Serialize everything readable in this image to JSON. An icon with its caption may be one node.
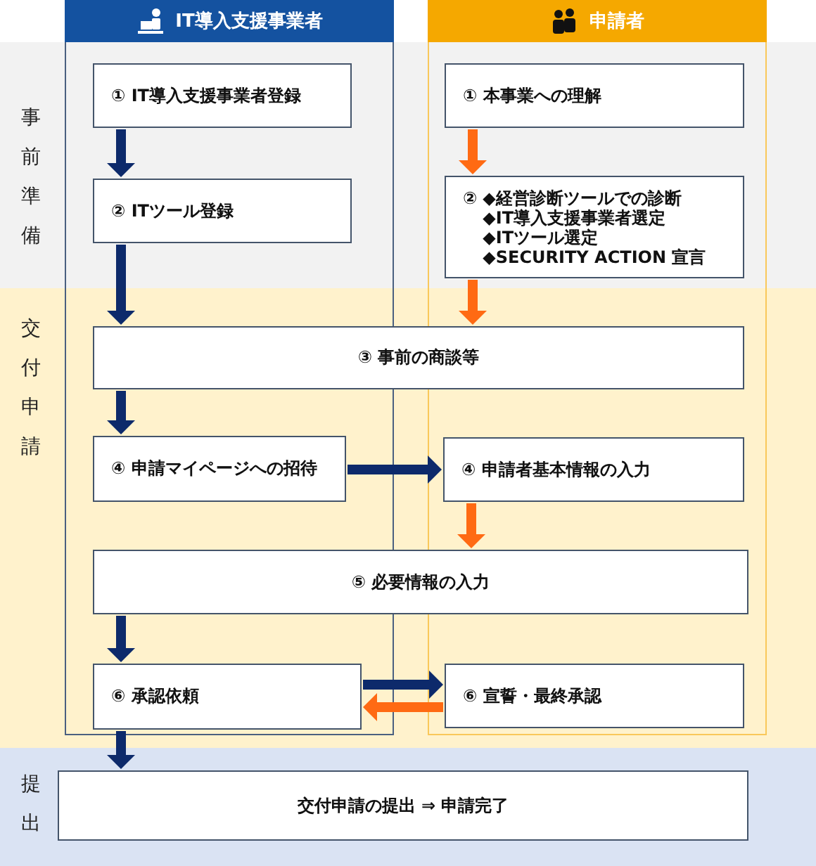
{
  "diagram": {
    "nodes": [
      {
        "text": [
          "IT導入支援事業者"
        ]
      },
      {
        "text": [
          "申請者"
        ]
      },
      {
        "text": [
          "事前準備"
        ]
      },
      {
        "text": [
          "① IT導入支援事業者登録"
        ],
        "in": 2
      },
      {
        "text": [
          "① 本事業への理解"
        ],
        "in": 2
      },
      {
        "text": [
          "② ITツール登録"
        ],
        "in": 2
      },
      {
        "text": [
          "②",
          "◆経営診断ツールでの診断",
          "◆IT導入支援事業者選定",
          "◆ITツール選定",
          "◆SECURITY ACTION 宣言"
        ],
        "in": 2
      },
      {
        "text": [
          "交付申請"
        ]
      },
      {
        "text": [
          "③ 事前の商談等"
        ],
        "in": 7
      },
      {
        "text": [
          "④ 申請マイページへの招待"
        ],
        "in": 7
      },
      {
        "text": [
          "④ 申請者基本情報の入力"
        ],
        "in": 7
      },
      {
        "text": [
          "⑤ 必要情報の入力"
        ],
        "in": 7
      },
      {
        "text": [
          "⑥ 承認依頼"
        ],
        "in": 7
      },
      {
        "text": [
          "⑥ 宣誓・最終承認"
        ],
        "in": 7
      },
      {
        "text": [
          "提出"
        ]
      },
      {
        "text": [
          "交付申請の提出 ⇒ 申請完了"
        ],
        "in": 14
      }
    ],
    "edges": [
      {
        "from": 3,
        "to": 5,
        "arrow": "to"
      },
      {
        "from": 5,
        "to": 8,
        "arrow": "to"
      },
      {
        "from": 4,
        "to": 6,
        "arrow": "to",
        "color": "#ff6a13"
      },
      {
        "from": 6,
        "to": 8,
        "arrow": "to",
        "color": "#ff6a13"
      },
      {
        "from": 8,
        "to": 9,
        "arrow": "to"
      },
      {
        "from": 9,
        "to": 10,
        "arrow": "to"
      },
      {
        "from": 10,
        "to": 11,
        "arrow": "to",
        "color": "#ff6a13"
      },
      {
        "from": 11,
        "to": 12,
        "arrow": "to"
      },
      {
        "from": 12,
        "to": 13,
        "arrow": "to"
      },
      {
        "from": 13,
        "to": 12,
        "arrow": "to",
        "color": "#ff6a13"
      },
      {
        "from": 12,
        "to": 15,
        "arrow": "to"
      }
    ]
  }
}
